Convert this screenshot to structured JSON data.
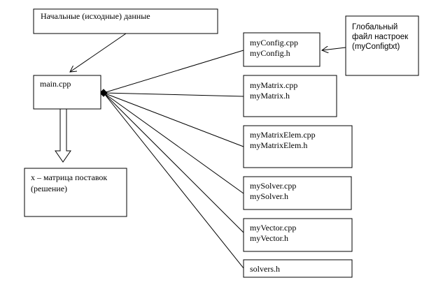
{
  "boxes": {
    "input_data": {
      "lines": [
        "Начальные (исходные) данные"
      ]
    },
    "main": {
      "lines": [
        "main.cpp"
      ]
    },
    "result": {
      "lines": [
        "x – матрица поставок",
        "(решение)"
      ]
    },
    "global_config": {
      "lines": [
        "Глобальный",
        "файл настроек",
        "(myConfigtxt)"
      ]
    },
    "my_config": {
      "lines": [
        "myConfig.cpp",
        "myConfig.h"
      ]
    },
    "my_matrix": {
      "lines": [
        "myMatrix.cpp",
        "myMatrix.h"
      ]
    },
    "my_matrix_elem": {
      "lines": [
        "myMatrixElem.cpp",
        "myMatrixElem.h"
      ]
    },
    "my_solver": {
      "lines": [
        "mySolver.cpp",
        "mySolver.h"
      ]
    },
    "my_vector": {
      "lines": [
        "myVector.cpp",
        "myVector.h"
      ]
    },
    "solvers": {
      "lines": [
        "solvers.h"
      ]
    }
  },
  "colors": {
    "stroke": "#000000",
    "fill": "#ffffff"
  }
}
